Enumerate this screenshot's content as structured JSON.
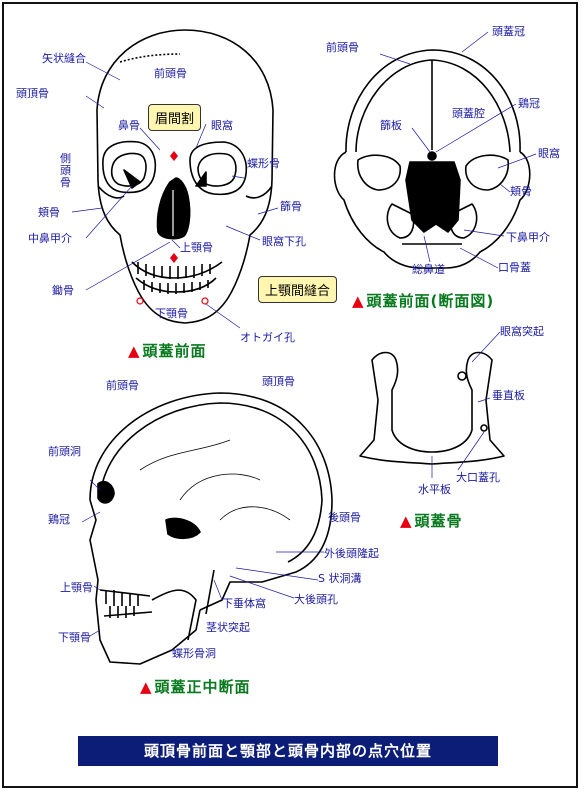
{
  "title": "頭頂骨前面と顎部と頭骨内部の点穴位置",
  "front": {
    "section_title": "頭蓋前面",
    "labels": {
      "sagittal": "矢状縫合",
      "frontal": "前頭骨",
      "parietal": "頭頂骨",
      "nasal": "鼻骨",
      "orbit": "眼窩",
      "lateral": "側頭骨",
      "sphenoid": "蝶形骨",
      "zygomatic": "頬骨",
      "ethmoid": "篩骨",
      "concha": "中鼻甲介",
      "maxilla": "上顎骨",
      "infraorbital": "眼窩下孔",
      "vomer": "鋤骨",
      "mandible": "下顎骨",
      "mental": "オトガイ孔"
    },
    "boxes": {
      "glabella": "眉間割",
      "suture": "上顎間縫合"
    }
  },
  "coronal": {
    "section_title": "頭蓋前面(断面図)",
    "labels": {
      "frontal": "前頭骨",
      "crown": "頭蓋冠",
      "cavity": "頭蓋腔",
      "crista": "鶏冠",
      "plate": "篩板",
      "orbit": "眼窩",
      "zygomatic": "頬骨",
      "inferior_concha": "下鼻甲介",
      "common_meatus": "総鼻道",
      "palate": "口骨蓋"
    }
  },
  "base": {
    "section_title": "頭蓋骨",
    "labels": {
      "orbital_process": "眼窩突起",
      "perpendicular": "垂直板",
      "foramen": "大口蓋孔",
      "horizontal": "水平板"
    }
  },
  "sagittal": {
    "section_title": "頭蓋正中断面",
    "labels": {
      "frontal": "前頭骨",
      "parietal": "頭頂骨",
      "sinus": "前頭洞",
      "occipital": "後頭骨",
      "crista": "鶏冠",
      "ext_occipital": "外後頭隆起",
      "sigmoid": "S 状洞溝",
      "magnum": "大後頭孔",
      "maxilla": "上顎骨",
      "pituitary": "下垂体窩",
      "styloid": "茎状突起",
      "mandible": "下顎骨",
      "sphenoid_sinus": "蝶形骨洞"
    }
  },
  "colors": {
    "label": "#1a1aa0",
    "section": "#0a7a20",
    "marker": "#e60012",
    "banner": "#0c1d78",
    "box": "#fff6b0"
  }
}
